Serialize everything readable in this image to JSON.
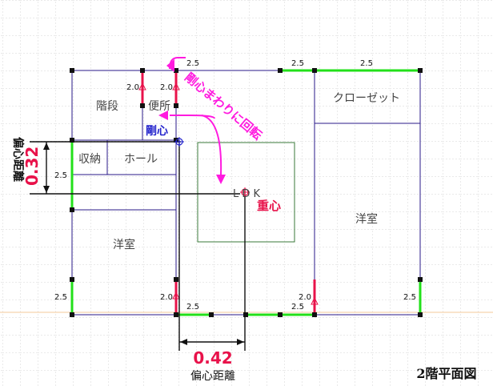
{
  "title": "2階平面図",
  "rooms": {
    "stairs": "階段",
    "toilet": "便所",
    "closet": "クローゼット",
    "storage": "収納",
    "hall": "ホール",
    "western_left": "洋室",
    "western_right": "洋室",
    "ldk": "L D K"
  },
  "labels": {
    "rigidity_center": "剛心",
    "gravity_center": "重心",
    "rotation_note": "剛心まわりに回転",
    "eccentric_distance_y": "偏心距離",
    "eccentric_value_y": "0.32",
    "eccentric_distance_x": "偏心距離",
    "eccentric_value_x": "0.42"
  },
  "wall_multipliers": {
    "top_1": "2.5",
    "top_2": "2.5",
    "top_3": "2.5",
    "toilet_left": "2.0",
    "toilet_right": "2.0",
    "left_wall": "2.5",
    "left_lower": "2.5",
    "bottom_center": "2.0",
    "bottom_1": "2.5",
    "bottom_2": "2.5",
    "bottom_right_small": "2.0",
    "right_wall": "2.5"
  },
  "colors": {
    "wall_line": "#2a1a8a",
    "green_wall": "#22e01a",
    "red_wall": "#e8124a",
    "magenta": "#ff1adf",
    "red_text": "#e8124a",
    "grid": "#d8d8d8",
    "orange_line": "#f3c89a",
    "ldk_box": "#3a7a3a"
  }
}
